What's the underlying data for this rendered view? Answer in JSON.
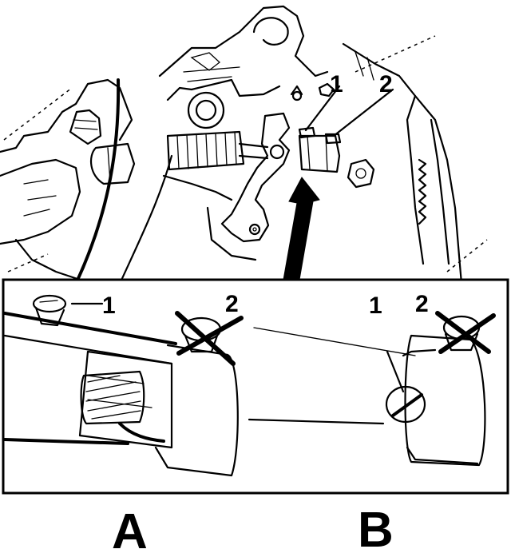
{
  "figure": {
    "top_callouts": {
      "one": "1",
      "two": "2"
    },
    "inset_a": {
      "callout_one": "1",
      "callout_two": "2",
      "letter": "A"
    },
    "inset_b": {
      "callout_one": "1",
      "callout_two": "2",
      "letter": "B"
    }
  }
}
